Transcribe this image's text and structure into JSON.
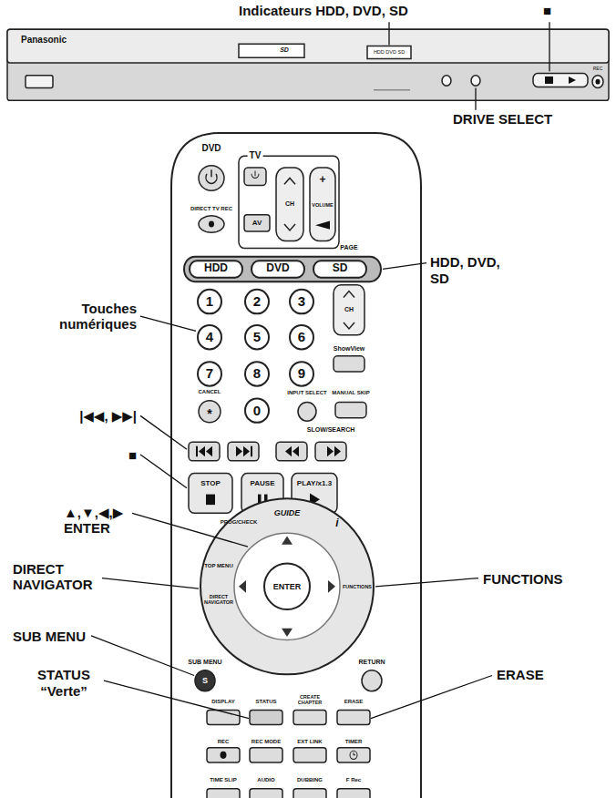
{
  "diagram": {
    "labels": [
      "Indicateurs HDD, DVD, SD",
      "■",
      "DRIVE SELECT",
      "HDD, DVD, SD",
      "Touches numériques",
      "|◀◀, ▶▶|",
      "■",
      "▲,▼,◀,▶ ENTER",
      "DIRECT NAVIGATOR",
      "FUNCTIONS",
      "SUB MENU",
      "STATUS “Verte”",
      "ERASE",
      "Panasonic",
      "HDD DVD SD",
      "REC",
      "DVD",
      "TV",
      "DIRECT TV REC",
      "AV",
      "CH",
      "VOLUME",
      "+",
      "HDD",
      "DVD",
      "SD",
      "PAGE",
      "CH",
      "1",
      "2",
      "3",
      "4",
      "5",
      "6",
      "7",
      "8",
      "9",
      "0",
      "CANCEL",
      "*",
      "ShowView",
      "INPUT SELECT",
      "MANUAL SKIP",
      "SLOW/SEARCH",
      "STOP",
      "PAUSE",
      "PLAY/x1.3",
      "GUIDE",
      "ENTER",
      "i",
      "PROG/CHECK",
      "TOP MENU",
      "DIRECT NAVIGATOR",
      "FUNCTIONS",
      "SUB MENU",
      "S",
      "RETURN",
      "DISPLAY",
      "STATUS",
      "CREATE CHAPTER",
      "ERASE",
      "REC",
      "REC MODE",
      "EXT LINK",
      "TIMER",
      "TIME SLIP",
      "AUDIO",
      "DUBBING",
      "F Rec",
      "SD"
    ]
  }
}
